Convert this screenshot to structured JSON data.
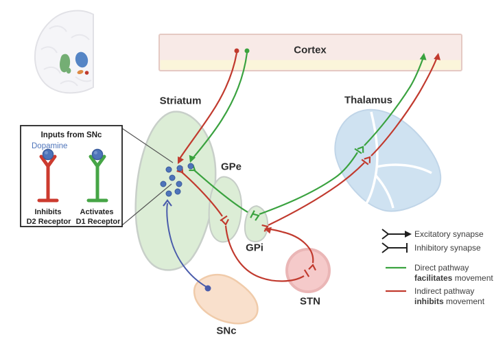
{
  "regions": {
    "cortex": "Cortex",
    "striatum": "Striatum",
    "gpe": "GPe",
    "gpi": "GPi",
    "stn": "STN",
    "snc": "SNc",
    "thalamus": "Thalamus"
  },
  "inset": {
    "title": "Inputs from SNc",
    "dopamine_label": "Dopamine",
    "d2_receptor": {
      "line1": "Inhibits",
      "line2": "D2 Receptor"
    },
    "d1_receptor": {
      "line1": "Activates",
      "line2": "D1 Receptor"
    }
  },
  "legend": {
    "excitatory": "Excitatory synapse",
    "inhibitory": "Inhibitory synapse",
    "direct": {
      "line1": "Direct pathway",
      "bold": "facilitates",
      "rest": " movement"
    },
    "indirect": {
      "line1": "Indirect pathway",
      "bold": "inhibits",
      "rest": " movement"
    }
  },
  "connections": [
    {
      "from": "Cortex",
      "to": "Striatum",
      "pathway": "indirect",
      "terminal": "excitatory"
    },
    {
      "from": "Cortex",
      "to": "Striatum",
      "pathway": "direct",
      "terminal": "excitatory"
    },
    {
      "from": "Striatum",
      "to": "GPe",
      "pathway": "indirect",
      "terminal": "inhibitory"
    },
    {
      "from": "GPe",
      "to": "STN",
      "pathway": "indirect",
      "terminal": "inhibitory"
    },
    {
      "from": "STN",
      "to": "GPi",
      "pathway": "indirect",
      "terminal": "excitatory"
    },
    {
      "from": "GPi",
      "to": "Thalamus",
      "pathway": "indirect",
      "terminal": "inhibitory"
    },
    {
      "from": "Thalamus",
      "to": "Cortex",
      "pathway": "indirect",
      "terminal": "excitatory"
    },
    {
      "from": "Striatum",
      "to": "GPi",
      "pathway": "direct",
      "terminal": "inhibitory"
    },
    {
      "from": "GPi",
      "to": "Thalamus",
      "pathway": "direct",
      "terminal": "inhibitory"
    },
    {
      "from": "Thalamus",
      "to": "Cortex",
      "pathway": "direct",
      "terminal": "excitatory"
    },
    {
      "from": "SNc",
      "to": "Striatum",
      "pathway": "dopaminergic",
      "terminal": "excitatory"
    }
  ],
  "colors": {
    "direct_green": "#3aa23f",
    "indirect_red": "#c13a2e",
    "dopamine_blue": "#4e74ba",
    "snc_projection_blue": "#4a5cab",
    "cortex_fill": "#f8eae7",
    "cortex_strip": "#fbf5da",
    "striatum_fill": "#dcedd6",
    "thalamus_fill": "#cfe2f1",
    "stn_fill": "#f5caca",
    "snc_fill": "#f9e0cc"
  }
}
